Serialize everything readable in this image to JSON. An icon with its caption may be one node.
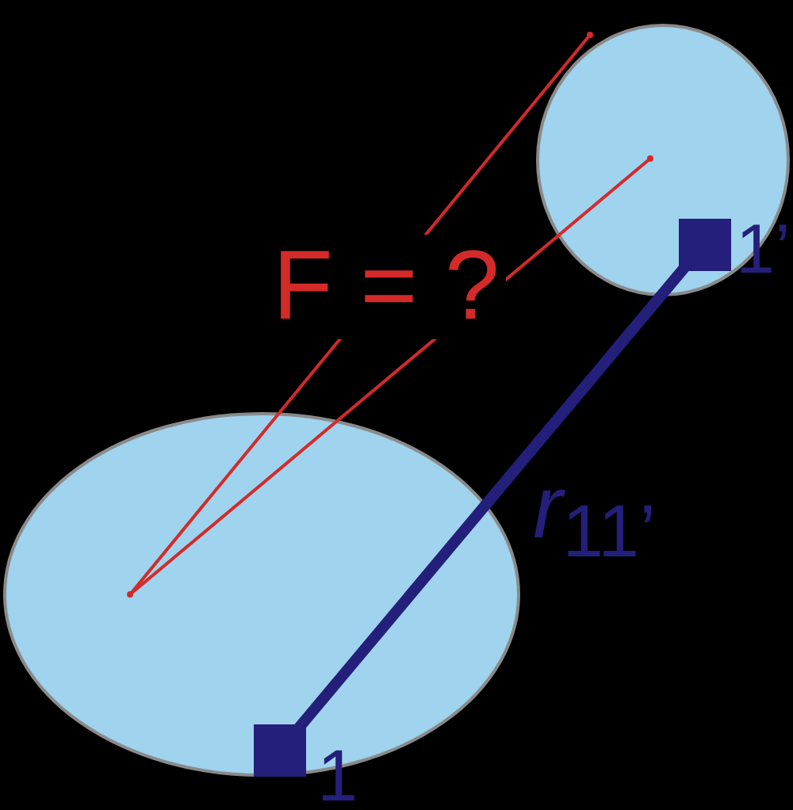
{
  "diagram": {
    "nodes": [
      {
        "text": [],
        "shape": "ellipse"
      },
      {
        "text": [],
        "shape": "ellipse"
      },
      {
        "text": [],
        "shape": "box",
        "in": 0,
        "beside": [
          "1"
        ]
      },
      {
        "text": [],
        "shape": "box",
        "in": 1,
        "beside": [
          "1’"
        ]
      },
      {
        "text": [],
        "shape": "point",
        "in": 0
      },
      {
        "text": [],
        "shape": "point",
        "in": 1
      },
      {
        "text": [],
        "shape": "point",
        "in": 1
      }
    ],
    "edges": [
      {
        "from": 4,
        "to": 5,
        "arrow": "none"
      },
      {
        "from": 4,
        "to": 6,
        "arrow": "none"
      },
      {
        "from": 2,
        "to": 3,
        "arrow": "none",
        "label": "*r*$_{11’}$",
        "style": "thick",
        "color": "#241f7a"
      }
    ],
    "labels": [
      "F = ?"
    ]
  }
}
